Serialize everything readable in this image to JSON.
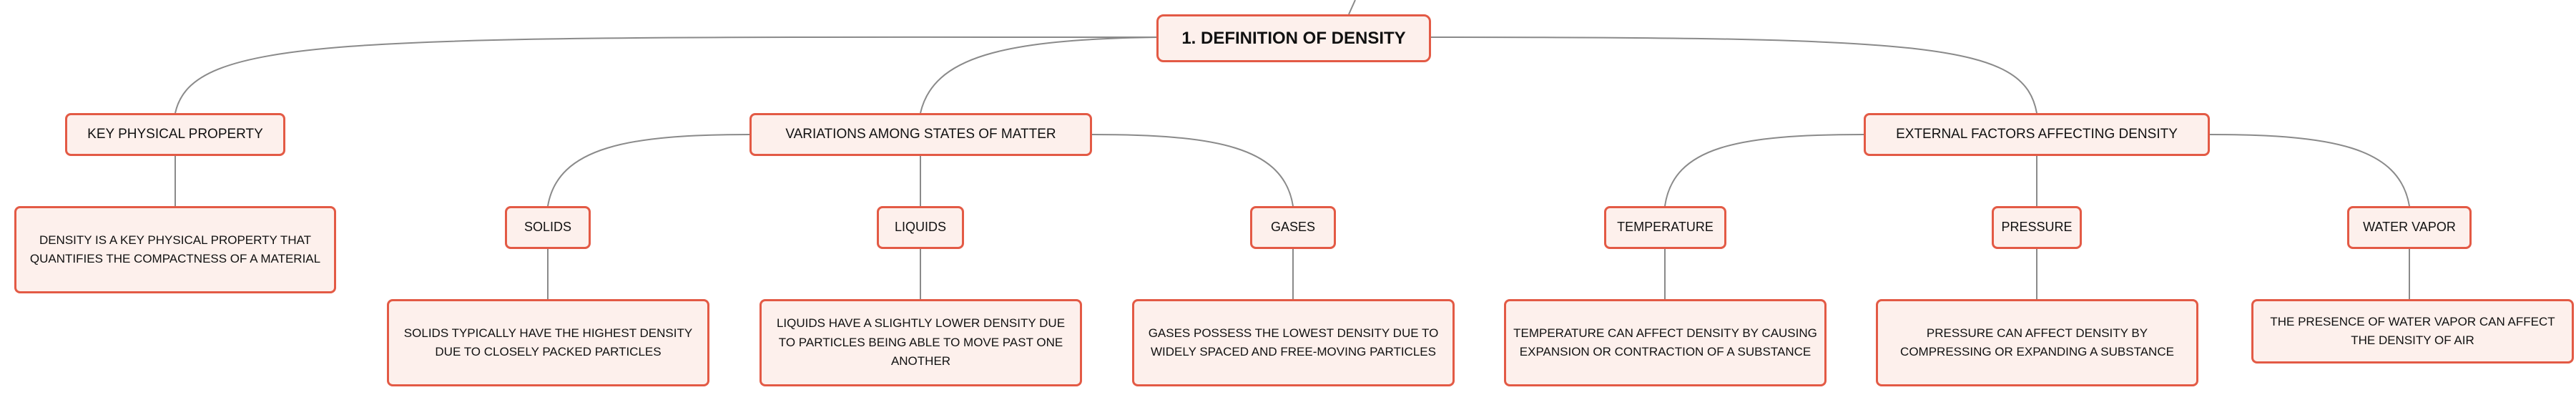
{
  "mindmap": {
    "root": {
      "label": "1. DEFINITION OF DENSITY"
    },
    "branches": [
      {
        "label": "KEY PHYSICAL PROPERTY",
        "children": [],
        "detail": "DENSITY IS A KEY PHYSICAL PROPERTY THAT QUANTIFIES THE COMPACTNESS OF A MATERIAL"
      },
      {
        "label": "VARIATIONS AMONG STATES OF MATTER",
        "children": [
          {
            "label": "SOLIDS",
            "detail": "SOLIDS TYPICALLY HAVE THE HIGHEST DENSITY DUE TO CLOSELY PACKED PARTICLES"
          },
          {
            "label": "LIQUIDS",
            "detail": "LIQUIDS HAVE A SLIGHTLY LOWER DENSITY DUE TO PARTICLES BEING ABLE TO MOVE PAST ONE ANOTHER"
          },
          {
            "label": "GASES",
            "detail": "GASES POSSESS THE LOWEST DENSITY DUE TO WIDELY SPACED AND FREE-MOVING PARTICLES"
          }
        ]
      },
      {
        "label": "EXTERNAL FACTORS AFFECTING DENSITY",
        "children": [
          {
            "label": "TEMPERATURE",
            "detail": "TEMPERATURE CAN AFFECT DENSITY BY CAUSING EXPANSION OR CONTRACTION OF A SUBSTANCE"
          },
          {
            "label": "PRESSURE",
            "detail": "PRESSURE CAN AFFECT DENSITY BY COMPRESSING OR EXPANDING A SUBSTANCE"
          },
          {
            "label": "WATER VAPOR",
            "detail": "THE PRESENCE OF WATER VAPOR CAN AFFECT THE DENSITY OF AIR"
          }
        ]
      }
    ],
    "colors": {
      "node_border": "#e35a45",
      "node_fill": "#fdf0ec",
      "connector": "#8a8a8a",
      "text": "#111111"
    }
  }
}
